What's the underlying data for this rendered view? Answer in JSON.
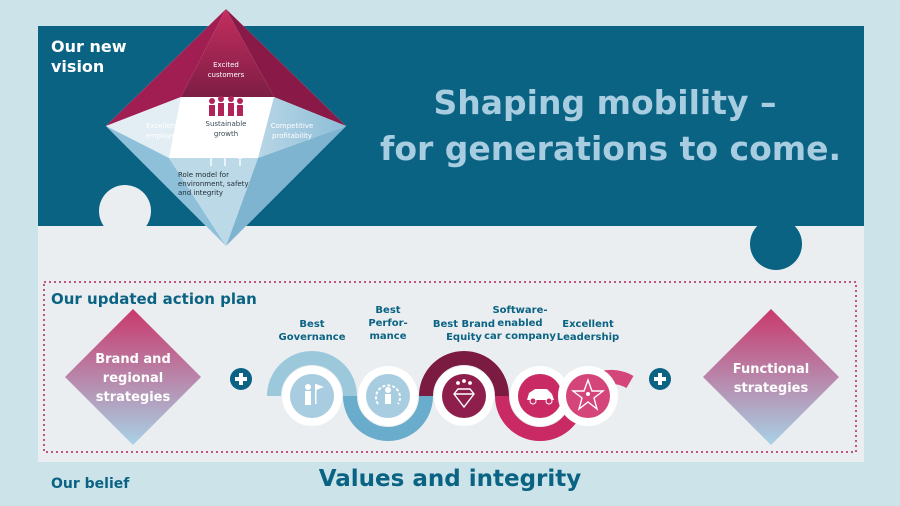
{
  "vision": {
    "label_line1": "Our new",
    "label_line2": "vision",
    "headline_line1": "Shaping mobility –",
    "headline_line2": "for generations to come.",
    "diamond": {
      "top": [
        "Excited",
        "customers"
      ],
      "left": [
        "Excellent",
        "employer"
      ],
      "right": [
        "Competitive",
        "profitability"
      ],
      "center": [
        "Sustainable",
        "growth"
      ],
      "bottom": [
        "Role model for",
        "environment, safety",
        "and integrity"
      ]
    }
  },
  "action_plan": {
    "title": "Our updated action plan",
    "left_box": [
      "Brand and",
      "regional",
      "strategies"
    ],
    "right_box": [
      "Functional",
      "strategies"
    ],
    "plus_symbol": "+",
    "items": [
      {
        "label": [
          "Best",
          "Governance"
        ],
        "icon": "governance-icon"
      },
      {
        "label": [
          "Best",
          "Perfor-",
          "mance"
        ],
        "icon": "performance-icon"
      },
      {
        "label": [
          "Best Brand",
          "Equity"
        ],
        "icon": "diamond-gem-icon"
      },
      {
        "label": [
          "Software-",
          "enabled",
          "car company"
        ],
        "icon": "car-icon"
      },
      {
        "label": [
          "Excellent",
          "Leadership"
        ],
        "icon": "leadership-star-icon"
      }
    ]
  },
  "belief": {
    "label": "Our belief",
    "value": "Values and integrity"
  },
  "colors": {
    "teal": "#0b6384",
    "magenta": "#b0245a",
    "light_blue": "#a9cde0",
    "page_bg": "#cde3ea",
    "grey_bg": "#eaeef0"
  }
}
